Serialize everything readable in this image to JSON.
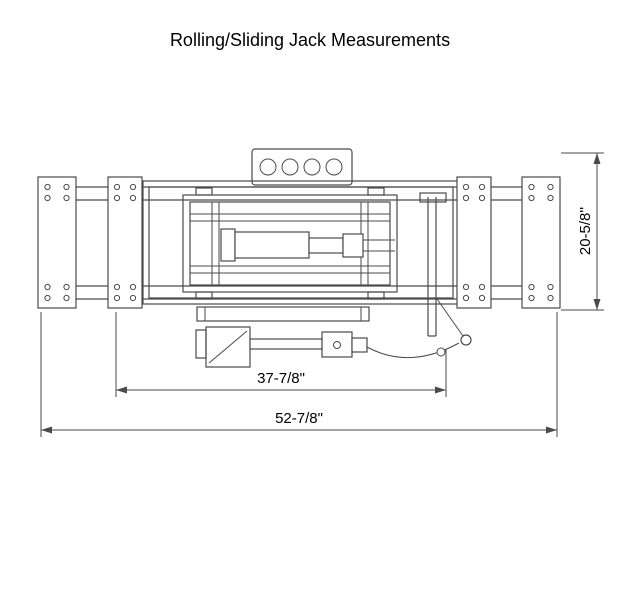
{
  "title": "Rolling/Sliding Jack Measurements",
  "dimensions": {
    "inner_width": "37-7/8\"",
    "outer_width": "52-7/8\"",
    "height": "20-5/8''"
  },
  "colors": {
    "line": "#4a4a4a",
    "background": "#ffffff",
    "text": "#000000"
  }
}
